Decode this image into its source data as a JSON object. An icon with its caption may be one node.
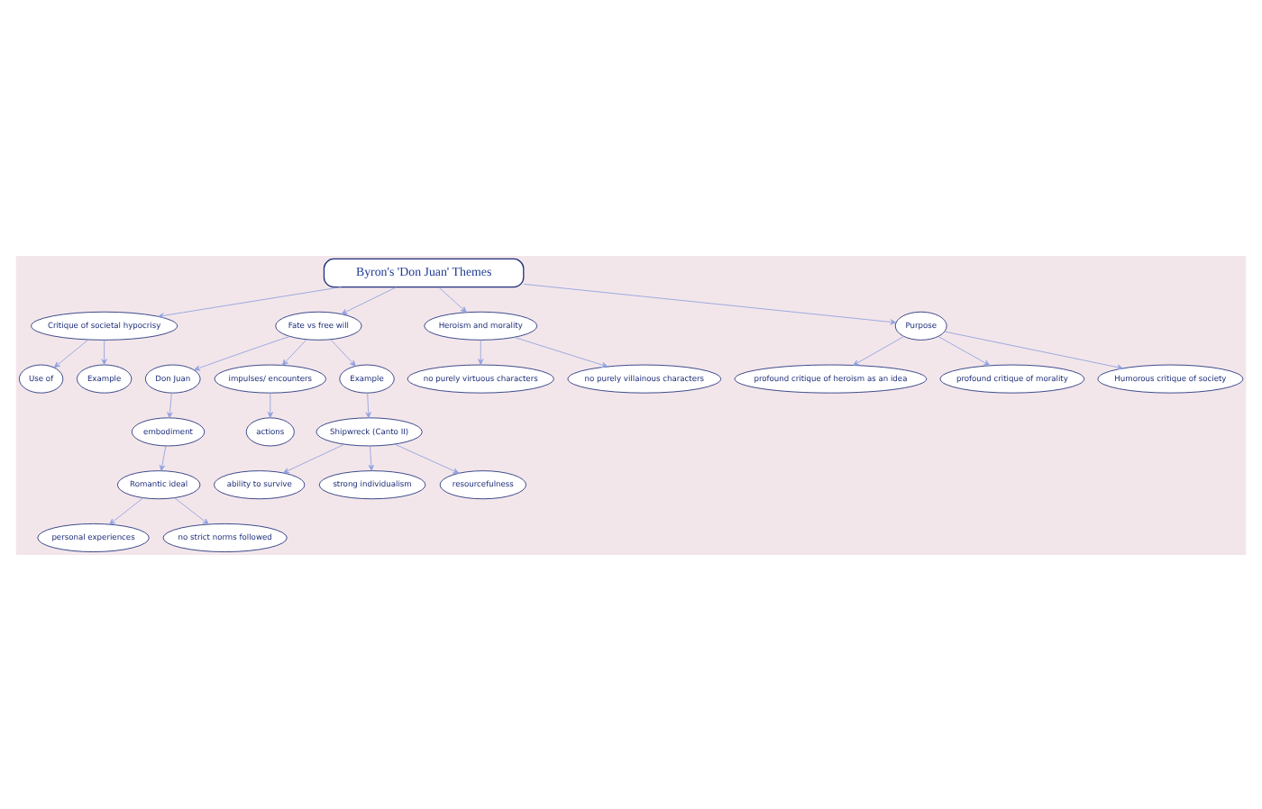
{
  "diagram": {
    "nodes": [
      {
        "text": [
          "Byron's 'Don Juan' Themes"
        ]
      },
      {
        "text": [
          "Critique of societal hypocrisy"
        ]
      },
      {
        "text": [
          "Use of"
        ]
      },
      {
        "text": [
          "Example"
        ]
      },
      {
        "text": [
          "Fate vs free will"
        ]
      },
      {
        "text": [
          "Don Juan"
        ]
      },
      {
        "text": [
          "impulses/ encounters"
        ]
      },
      {
        "text": [
          "Example"
        ]
      },
      {
        "text": [
          "embodiment"
        ]
      },
      {
        "text": [
          "actions"
        ]
      },
      {
        "text": [
          "Shipwreck (Canto II)"
        ]
      },
      {
        "text": [
          "Romantic ideal"
        ]
      },
      {
        "text": [
          "ability to survive"
        ]
      },
      {
        "text": [
          "strong individualism"
        ]
      },
      {
        "text": [
          "resourcefulness"
        ]
      },
      {
        "text": [
          "personal experiences"
        ]
      },
      {
        "text": [
          "no strict norms followed"
        ]
      },
      {
        "text": [
          "Heroism and morality"
        ]
      },
      {
        "text": [
          "no purely virtuous characters"
        ]
      },
      {
        "text": [
          "no purely villainous characters"
        ]
      },
      {
        "text": [
          "Purpose"
        ]
      },
      {
        "text": [
          "profound critique of heroism as an idea"
        ]
      },
      {
        "text": [
          "profound critique of morality"
        ]
      },
      {
        "text": [
          "Humorous critique of society"
        ]
      }
    ],
    "edges": [
      {
        "from": 0,
        "to": 1,
        "arrow": "to"
      },
      {
        "from": 0,
        "to": 4,
        "arrow": "to"
      },
      {
        "from": 0,
        "to": 17,
        "arrow": "to"
      },
      {
        "from": 0,
        "to": 20,
        "arrow": "to"
      },
      {
        "from": 1,
        "to": 2,
        "arrow": "to"
      },
      {
        "from": 1,
        "to": 3,
        "arrow": "to"
      },
      {
        "from": 4,
        "to": 5,
        "arrow": "to"
      },
      {
        "from": 4,
        "to": 6,
        "arrow": "to"
      },
      {
        "from": 4,
        "to": 7,
        "arrow": "to"
      },
      {
        "from": 5,
        "to": 8,
        "arrow": "to"
      },
      {
        "from": 6,
        "to": 9,
        "arrow": "to"
      },
      {
        "from": 7,
        "to": 10,
        "arrow": "to"
      },
      {
        "from": 8,
        "to": 11,
        "arrow": "to"
      },
      {
        "from": 10,
        "to": 12,
        "arrow": "to"
      },
      {
        "from": 10,
        "to": 13,
        "arrow": "to"
      },
      {
        "from": 10,
        "to": 14,
        "arrow": "to"
      },
      {
        "from": 11,
        "to": 15,
        "arrow": "to"
      },
      {
        "from": 11,
        "to": 16,
        "arrow": "to"
      },
      {
        "from": 17,
        "to": 18,
        "arrow": "to"
      },
      {
        "from": 17,
        "to": 19,
        "arrow": "to"
      },
      {
        "from": 20,
        "to": 21,
        "arrow": "to"
      },
      {
        "from": 20,
        "to": 22,
        "arrow": "to"
      },
      {
        "from": 20,
        "to": 23,
        "arrow": "to"
      }
    ]
  }
}
